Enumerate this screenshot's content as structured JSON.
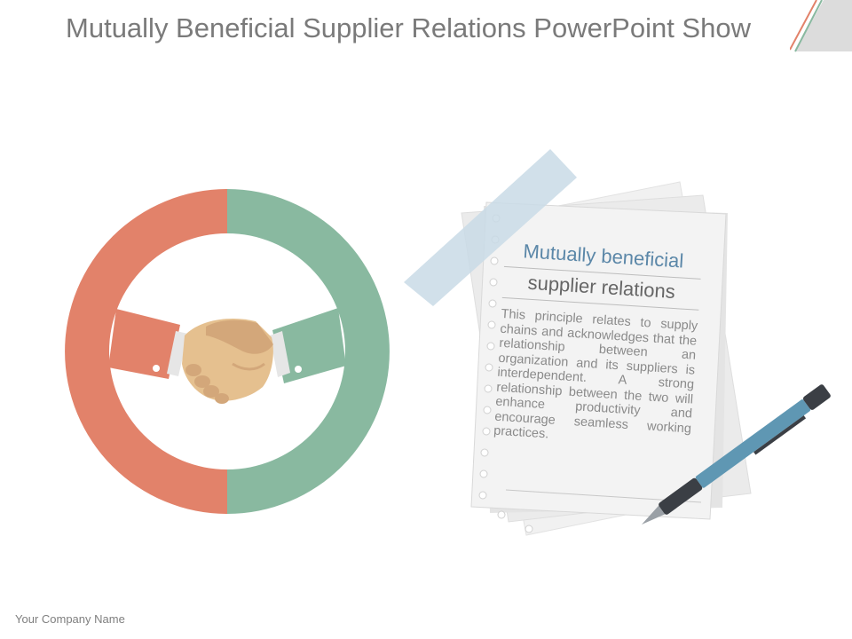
{
  "slide": {
    "title": "Mutually Beneficial Supplier Relations PowerPoint Show",
    "footer": "Your Company Name"
  },
  "note": {
    "heading_line1": "Mutually beneficial",
    "heading_line2": "supplier relations",
    "body": "This principle relates to supply chains and acknowledges that the relationship between an organization and its suppliers is interdependent. A strong relationship between the two will enhance productivity and encourage seamless working practices."
  },
  "colors": {
    "ring_left": "#e2826a",
    "ring_right": "#89b9a0",
    "heading_blue": "#5b87a8",
    "pen_blue": "#5f97b3",
    "tape": "#c9dbe6"
  },
  "icons": {
    "illustration_left": "handshake-ring-icon",
    "illustration_right": "notepad-pen-icon",
    "corner": "page-corner-icon"
  }
}
